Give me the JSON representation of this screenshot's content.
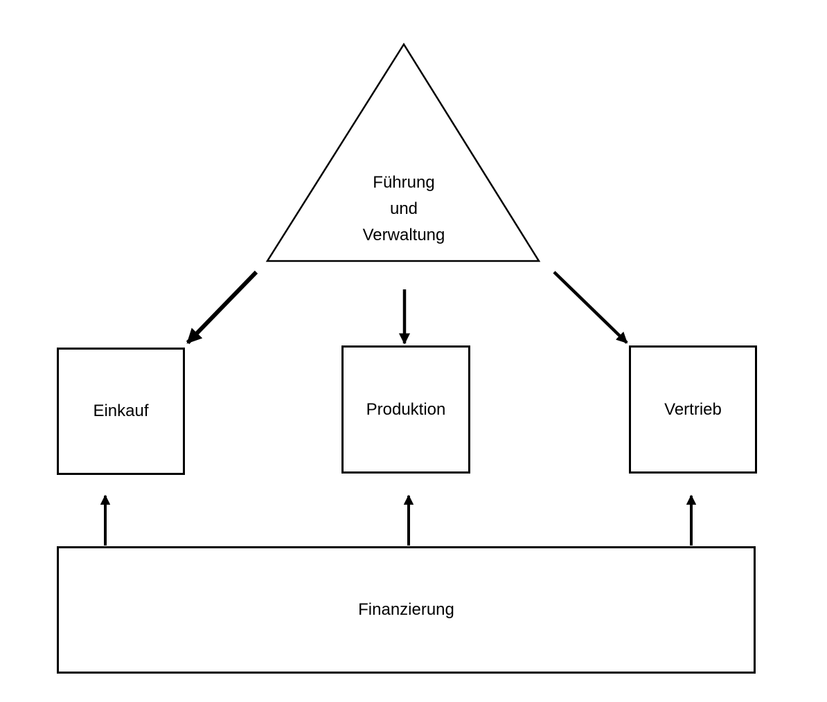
{
  "colors": {
    "background": "#ffffff",
    "line": "#000000",
    "text": "#000000"
  },
  "diagram": {
    "type": "flow-diagram",
    "nodes": {
      "leadership": {
        "shape": "triangle",
        "label": "Führung und Verwaltung",
        "lines": [
          "Führung",
          "und",
          "Verwaltung"
        ]
      },
      "purchasing": {
        "shape": "rectangle",
        "label": "Einkauf"
      },
      "production": {
        "shape": "rectangle",
        "label": "Produktion"
      },
      "sales": {
        "shape": "rectangle",
        "label": "Vertrieb"
      },
      "financing": {
        "shape": "rectangle",
        "label": "Finanzierung"
      }
    },
    "edges": [
      {
        "from": "leadership",
        "to": "purchasing",
        "style": "arrow-down-left"
      },
      {
        "from": "leadership",
        "to": "production",
        "style": "arrow-down"
      },
      {
        "from": "leadership",
        "to": "sales",
        "style": "arrow-down-right"
      },
      {
        "from": "financing",
        "to": "purchasing",
        "style": "arrow-up"
      },
      {
        "from": "financing",
        "to": "production",
        "style": "arrow-up"
      },
      {
        "from": "financing",
        "to": "sales",
        "style": "arrow-up"
      }
    ]
  }
}
